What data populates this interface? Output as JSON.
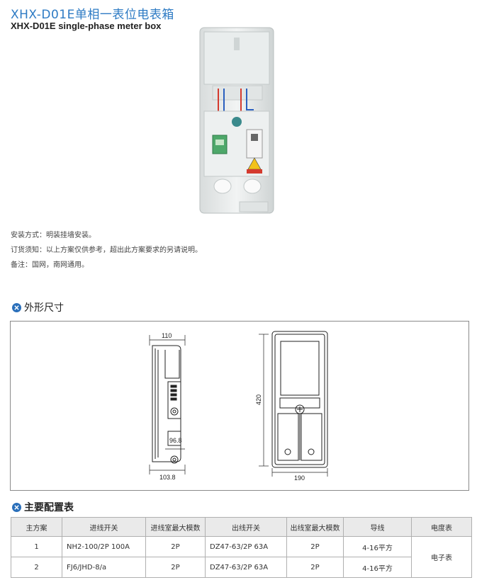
{
  "header": {
    "title_cn": "XHX-D01E单相一表位电表箱",
    "title_en": "XHX-D01E single-phase meter box"
  },
  "notes": [
    "安装方式：明装挂墙安装。",
    "订货须知：以上方案仅供参考，超出此方案要求的另请说明。",
    "备注：国网，南网通用。"
  ],
  "sections": {
    "dimensions_title": "外形尺寸",
    "config_title": "主要配置表"
  },
  "dimensions": {
    "side_depth": "110",
    "side_inner": "96.8",
    "side_base": "103.8",
    "front_height": "420",
    "front_width": "190"
  },
  "table": {
    "headers": [
      "主方案",
      "进线开关",
      "进线室最大模数",
      "出线开关",
      "出线室最大模数",
      "导线",
      "电度表"
    ],
    "rows": [
      [
        "1",
        "NH2-100/2P 100A",
        "2P",
        "DZ47-63/2P 63A",
        "2P",
        "4-16平方"
      ],
      [
        "2",
        "FJ6/JHD-8/a",
        "2P",
        "DZ47-63/2P 63A",
        "2P",
        "4-16平方"
      ]
    ],
    "meter_type": "电子表"
  },
  "colors": {
    "title_blue": "#2e7bc4",
    "icon_blue": "#2a6fba"
  }
}
